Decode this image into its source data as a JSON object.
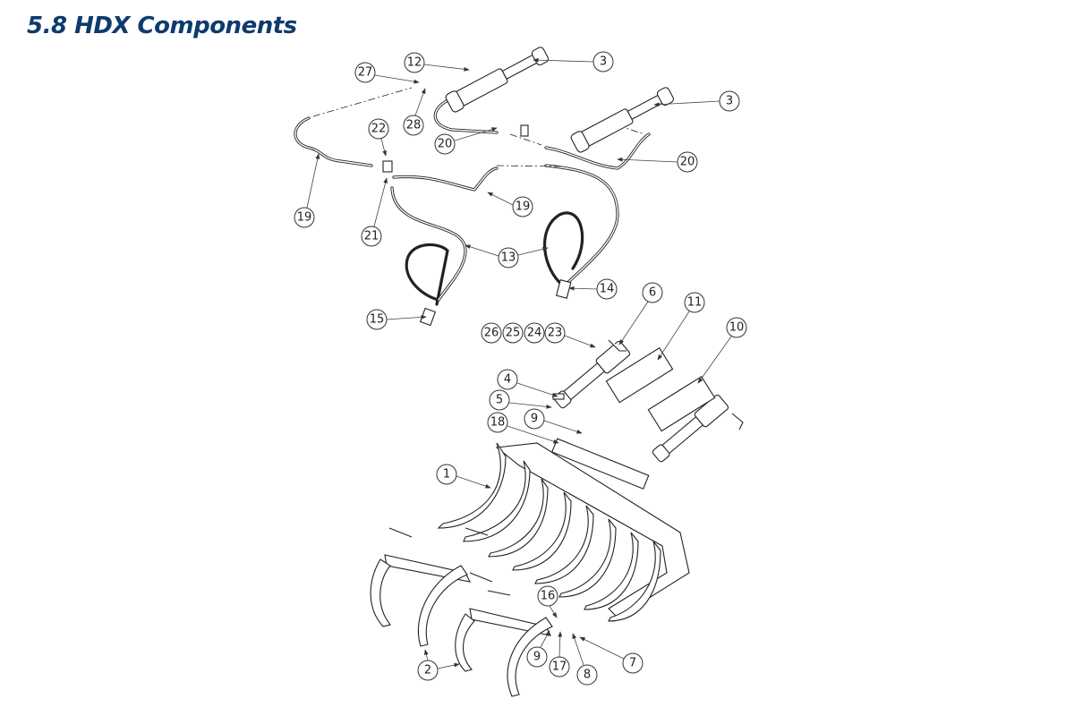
{
  "title": "5.8 HDX Components",
  "callouts": [
    "27",
    "12",
    "3",
    "3",
    "28",
    "20",
    "20",
    "22",
    "19",
    "21",
    "19",
    "13",
    "14",
    "15",
    "6",
    "11",
    "10",
    "26",
    "25",
    "24",
    "23",
    "4",
    "5",
    "9",
    "18",
    "1",
    "16",
    "9",
    "17",
    "8",
    "7",
    "2"
  ]
}
